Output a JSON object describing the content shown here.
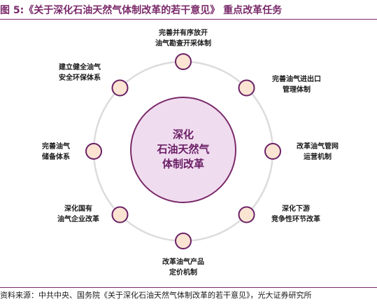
{
  "title": "图 5:《关于深化石油天然气体制改革的若干意见》 重点改革任务",
  "center": {
    "lines": [
      "深化",
      "石油天然气",
      "体制改革"
    ]
  },
  "nodes": [
    {
      "lines": [
        "完善并有序放开",
        "油气勘查开采体制"
      ]
    },
    {
      "lines": [
        "完善油气进出口",
        "管理体制"
      ]
    },
    {
      "lines": [
        "改革油气管网",
        "运营机制"
      ]
    },
    {
      "lines": [
        "深化下游",
        "竞争性环节改革"
      ]
    },
    {
      "lines": [
        "改革油气产品",
        "定价机制"
      ]
    },
    {
      "lines": [
        "深化国有",
        "油气企业改革"
      ]
    },
    {
      "lines": [
        "完善油气",
        "储备体系"
      ]
    },
    {
      "lines": [
        "建立健全油气",
        "安全环保体系"
      ]
    }
  ],
  "source": "资料来源：中共中央、国务院《关于深化石油天然气体制改革的若干意见》，光大证券研究所",
  "colors": {
    "accent": "#7a2a6a",
    "center_fill": "#f0dcef",
    "center_stroke": "#7a2a6a",
    "ring": "#dcdcdc",
    "node_fill": "#fbe5d2",
    "node_stroke": "#6a1f66"
  }
}
